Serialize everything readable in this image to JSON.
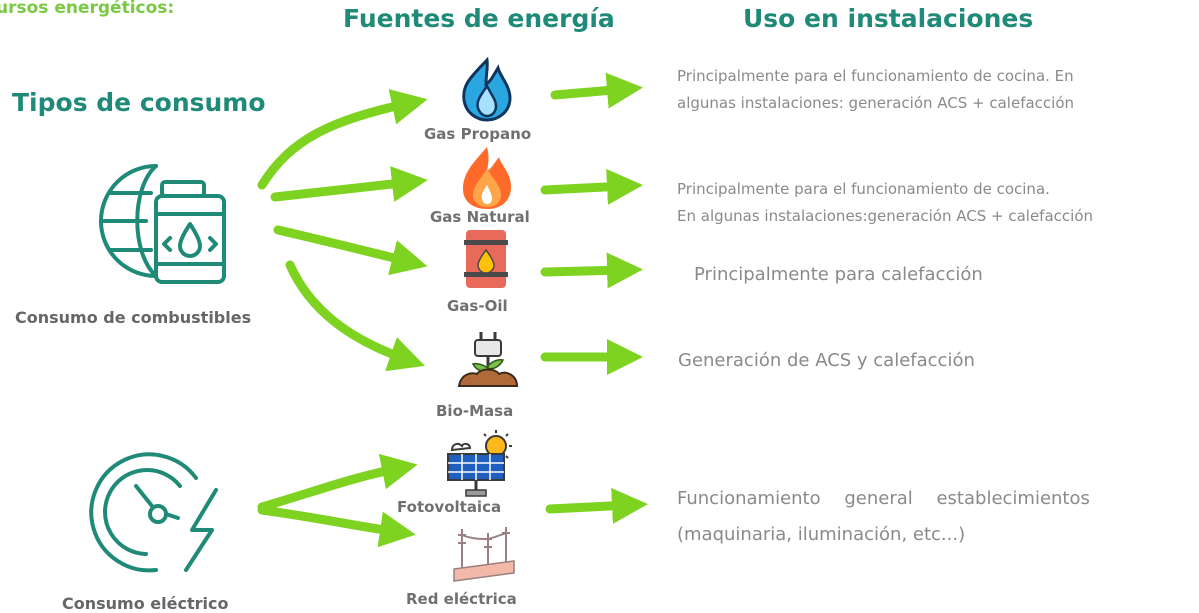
{
  "header": {
    "cut_title": "ursos energéticos:",
    "sources_title": "Fuentes de energía",
    "uses_title": "Uso en instalaciones",
    "types_title": "Tipos de consumo"
  },
  "consumption_types": [
    {
      "label": "Consumo de combustibles",
      "icon": "fuel-globe-icon"
    },
    {
      "label": "Consumo eléctrico",
      "icon": "gauge-lightning-icon"
    }
  ],
  "sources": [
    {
      "label": "Gas Propano",
      "icon": "blue-flame-icon"
    },
    {
      "label": "Gas Natural",
      "icon": "orange-flame-icon"
    },
    {
      "label": "Gas-Oil",
      "icon": "oil-barrel-icon"
    },
    {
      "label": "Bio-Masa",
      "icon": "biomass-plug-icon"
    },
    {
      "label": "Fotovoltaica",
      "icon": "solar-panel-icon"
    },
    {
      "label": "Red eléctrica",
      "icon": "power-line-icon"
    }
  ],
  "uses": [
    {
      "lines": [
        "Principalmente para el funcionamiento de cocina. En",
        "algunas instalaciones: generación ACS + calefacción"
      ]
    },
    {
      "lines": [
        "Principalmente para el funcionamiento de cocina.",
        "En algunas instalaciones:generación ACS + calefacción"
      ]
    },
    {
      "lines": [
        "Principalmente para calefacción"
      ]
    },
    {
      "lines": [
        "Generación de ACS y calefacción"
      ]
    },
    {
      "lines": [
        "Funcionamiento general establecimientos",
        "(maquinaria, iluminación, etc...)"
      ]
    }
  ],
  "colors": {
    "teal": "#1f8a78",
    "arrow_green": "#7ed321",
    "label_gray": "#707070",
    "text_gray": "#8a8a8a"
  }
}
